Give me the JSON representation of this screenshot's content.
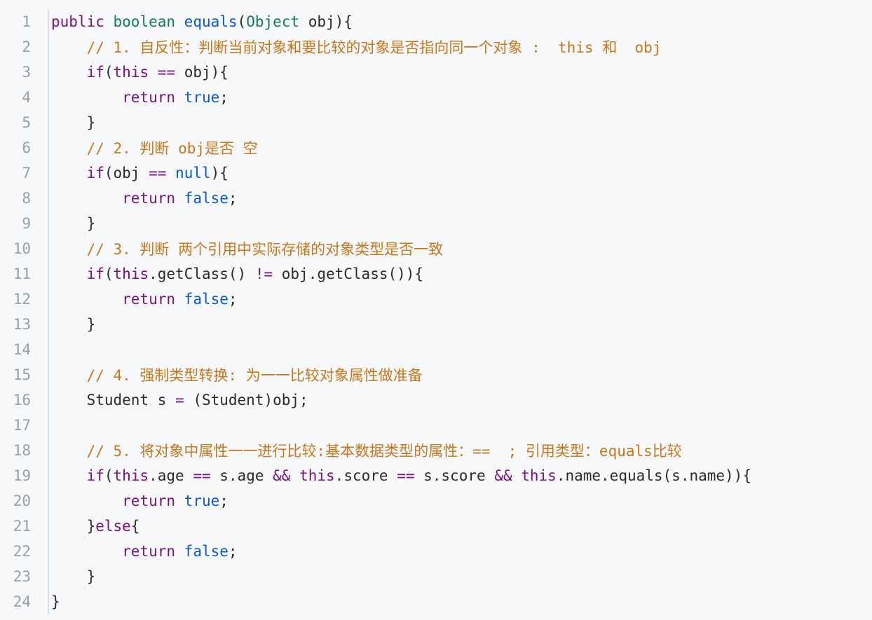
{
  "lines": [
    {
      "n": "1",
      "parts": [
        {
          "t": "public ",
          "c": "kw"
        },
        {
          "t": "boolean ",
          "c": "fn"
        },
        {
          "t": "equals",
          "c": "type"
        },
        {
          "t": "(",
          "c": "punct"
        },
        {
          "t": "Object ",
          "c": "fn"
        },
        {
          "t": "obj",
          "c": "punct"
        },
        {
          "t": "){",
          "c": "punct"
        }
      ]
    },
    {
      "n": "2",
      "parts": [
        {
          "t": "    // 1. 自反性：判断当前对象和要比较的对象是否指向同一个对象 :  this 和  obj",
          "c": "comment"
        }
      ]
    },
    {
      "n": "3",
      "parts": [
        {
          "t": "    ",
          "c": "punct"
        },
        {
          "t": "if",
          "c": "kw"
        },
        {
          "t": "(",
          "c": "punct"
        },
        {
          "t": "this",
          "c": "kw"
        },
        {
          "t": " == ",
          "c": "op"
        },
        {
          "t": "obj",
          "c": "punct"
        },
        {
          "t": "){",
          "c": "punct"
        }
      ]
    },
    {
      "n": "4",
      "parts": [
        {
          "t": "        ",
          "c": "punct"
        },
        {
          "t": "return ",
          "c": "kw"
        },
        {
          "t": "true",
          "c": "literal"
        },
        {
          "t": ";",
          "c": "punct"
        }
      ]
    },
    {
      "n": "5",
      "parts": [
        {
          "t": "    }",
          "c": "punct"
        }
      ]
    },
    {
      "n": "6",
      "parts": [
        {
          "t": "    // 2. 判断 obj是否 空",
          "c": "comment"
        }
      ]
    },
    {
      "n": "7",
      "parts": [
        {
          "t": "    ",
          "c": "punct"
        },
        {
          "t": "if",
          "c": "kw"
        },
        {
          "t": "(",
          "c": "punct"
        },
        {
          "t": "obj",
          "c": "punct"
        },
        {
          "t": " == ",
          "c": "op"
        },
        {
          "t": "null",
          "c": "literal"
        },
        {
          "t": "){",
          "c": "punct"
        }
      ]
    },
    {
      "n": "8",
      "parts": [
        {
          "t": "        ",
          "c": "punct"
        },
        {
          "t": "return ",
          "c": "kw"
        },
        {
          "t": "false",
          "c": "literal"
        },
        {
          "t": ";",
          "c": "punct"
        }
      ]
    },
    {
      "n": "9",
      "parts": [
        {
          "t": "    }",
          "c": "punct"
        }
      ]
    },
    {
      "n": "10",
      "parts": [
        {
          "t": "    // 3. 判断 两个引用中实际存储的对象类型是否一致",
          "c": "comment"
        }
      ]
    },
    {
      "n": "11",
      "parts": [
        {
          "t": "    ",
          "c": "punct"
        },
        {
          "t": "if",
          "c": "kw"
        },
        {
          "t": "(",
          "c": "punct"
        },
        {
          "t": "this",
          "c": "kw"
        },
        {
          "t": ".getClass() ",
          "c": "punct"
        },
        {
          "t": "!=",
          "c": "op"
        },
        {
          "t": " obj.getClass()){",
          "c": "punct"
        }
      ]
    },
    {
      "n": "12",
      "parts": [
        {
          "t": "        ",
          "c": "punct"
        },
        {
          "t": "return ",
          "c": "kw"
        },
        {
          "t": "false",
          "c": "literal"
        },
        {
          "t": ";",
          "c": "punct"
        }
      ]
    },
    {
      "n": "13",
      "parts": [
        {
          "t": "    }",
          "c": "punct"
        }
      ]
    },
    {
      "n": "14",
      "parts": [
        {
          "t": "",
          "c": "punct"
        }
      ]
    },
    {
      "n": "15",
      "parts": [
        {
          "t": "    // 4. 强制类型转换: 为一一比较对象属性做准备",
          "c": "comment"
        }
      ]
    },
    {
      "n": "16",
      "parts": [
        {
          "t": "    Student s ",
          "c": "punct"
        },
        {
          "t": "=",
          "c": "op"
        },
        {
          "t": " (Student)obj;",
          "c": "punct"
        }
      ]
    },
    {
      "n": "17",
      "parts": [
        {
          "t": "",
          "c": "punct"
        }
      ]
    },
    {
      "n": "18",
      "parts": [
        {
          "t": "    // 5. 将对象中属性一一进行比较:基本数据类型的属性：==  ; 引用类型：equals比较",
          "c": "comment"
        }
      ]
    },
    {
      "n": "19",
      "parts": [
        {
          "t": "    ",
          "c": "punct"
        },
        {
          "t": "if",
          "c": "kw"
        },
        {
          "t": "(",
          "c": "punct"
        },
        {
          "t": "this",
          "c": "kw"
        },
        {
          "t": ".age ",
          "c": "punct"
        },
        {
          "t": "==",
          "c": "op"
        },
        {
          "t": " s.age ",
          "c": "punct"
        },
        {
          "t": "&&",
          "c": "op"
        },
        {
          "t": " ",
          "c": "punct"
        },
        {
          "t": "this",
          "c": "kw"
        },
        {
          "t": ".score ",
          "c": "punct"
        },
        {
          "t": "==",
          "c": "op"
        },
        {
          "t": " s.score ",
          "c": "punct"
        },
        {
          "t": "&&",
          "c": "op"
        },
        {
          "t": " ",
          "c": "punct"
        },
        {
          "t": "this",
          "c": "kw"
        },
        {
          "t": ".name.equals(s.name)){",
          "c": "punct"
        }
      ]
    },
    {
      "n": "20",
      "parts": [
        {
          "t": "        ",
          "c": "punct"
        },
        {
          "t": "return ",
          "c": "kw"
        },
        {
          "t": "true",
          "c": "literal"
        },
        {
          "t": ";",
          "c": "punct"
        }
      ]
    },
    {
      "n": "21",
      "parts": [
        {
          "t": "    }",
          "c": "punct"
        },
        {
          "t": "else",
          "c": "kw"
        },
        {
          "t": "{",
          "c": "punct"
        }
      ]
    },
    {
      "n": "22",
      "parts": [
        {
          "t": "        ",
          "c": "punct"
        },
        {
          "t": "return ",
          "c": "kw"
        },
        {
          "t": "false",
          "c": "literal"
        },
        {
          "t": ";",
          "c": "punct"
        }
      ]
    },
    {
      "n": "23",
      "parts": [
        {
          "t": "    }",
          "c": "punct"
        }
      ]
    },
    {
      "n": "24",
      "parts": [
        {
          "t": "}",
          "c": "punct"
        }
      ]
    }
  ]
}
